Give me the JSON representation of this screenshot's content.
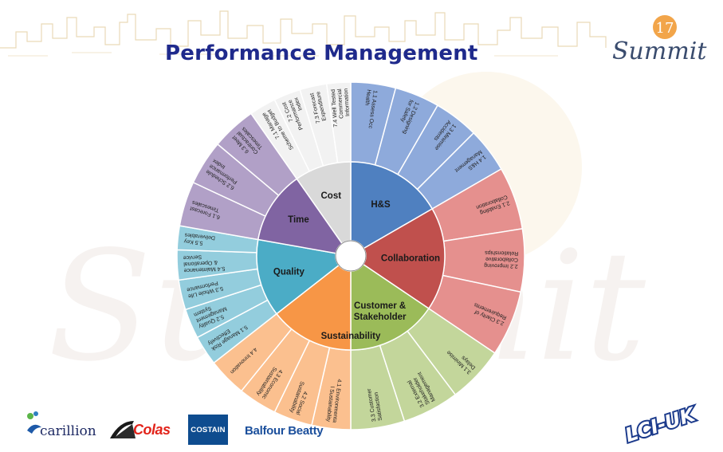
{
  "title": "Performance Management",
  "summit_logo": {
    "number": "17",
    "word": "Summit"
  },
  "watermark": {
    "word": "Summit"
  },
  "wheel": {
    "core": [
      {
        "label": "H&S",
        "color": "#4f80c0"
      },
      {
        "label": "Collaboration",
        "color": "#c0504d"
      },
      {
        "label": "Customer & Stakeholder",
        "color": "#9bbb59"
      },
      {
        "label": "Sustainability",
        "color": "#f79646"
      },
      {
        "label": "Quality",
        "color": "#4bacc6"
      },
      {
        "label": "Time",
        "color": "#8064a2"
      },
      {
        "label": "Cost",
        "color": "#d9d9d9"
      }
    ],
    "rim": [
      {
        "label": "1.1 Assess Occ Health",
        "color": "#8eaadb"
      },
      {
        "label": "1.2 Designing for Safety",
        "color": "#8eaadb"
      },
      {
        "label": "1.3 Minimise Accidents",
        "color": "#8eaadb"
      },
      {
        "label": "1.4 H&S Management",
        "color": "#8eaadb"
      },
      {
        "label": "2.1 Enabling Collaboration",
        "color": "#e5908e"
      },
      {
        "label": "2.2 Improving Collaborative Relationships",
        "color": "#e5908e"
      },
      {
        "label": "2.3 Clarity of Requirements",
        "color": "#e5908e"
      },
      {
        "label": "3.1 Minimise Delays",
        "color": "#c3d69b"
      },
      {
        "label": "3.2 External Stakeholder Management",
        "color": "#c3d69b"
      },
      {
        "label": "3.3 Customer Satisfaction",
        "color": "#c3d69b"
      },
      {
        "label": "4.1 Environmenta l Sustainability",
        "color": "#fbc08f"
      },
      {
        "label": "4.2 Social Sustainability",
        "color": "#fbc08f"
      },
      {
        "label": "4.3 Economic Sustainability",
        "color": "#fbc08f"
      },
      {
        "label": "4.4 Innovation",
        "color": "#fbc08f"
      },
      {
        "label": "5.1 Manage Risk Effectively",
        "color": "#93cddd"
      },
      {
        "label": "5.2 Quality Management System",
        "color": "#93cddd"
      },
      {
        "label": "5.3 Whole Life Performance",
        "color": "#93cddd"
      },
      {
        "label": "5.4 Maintenance & Operational Service",
        "color": "#93cddd"
      },
      {
        "label": "5.5 Key Deliverables",
        "color": "#93cddd"
      },
      {
        "label": "6.1 Forecast Timescales",
        "color": "#b1a0c7"
      },
      {
        "label": "6.2 Schedule Performance Index",
        "color": "#b1a0c7"
      },
      {
        "label": "6.3 Meet Contractual Timescales",
        "color": "#b1a0c7"
      },
      {
        "label": "7.1 Manage Scheme to Budget",
        "color": "#f2f2f2"
      },
      {
        "label": "7.2 Cost Performance Index",
        "color": "#f2f2f2"
      },
      {
        "label": "7.3 Forecast Expenditure",
        "color": "#f2f2f2"
      },
      {
        "label": "7.4 Well Tested Commercial Information",
        "color": "#f2f2f2"
      }
    ]
  },
  "footer": {
    "carillion": "carillion",
    "colas": "Colas",
    "costain": "COSTAIN",
    "balfour": "Balfour Beatty",
    "lci": "LCI-UK"
  }
}
